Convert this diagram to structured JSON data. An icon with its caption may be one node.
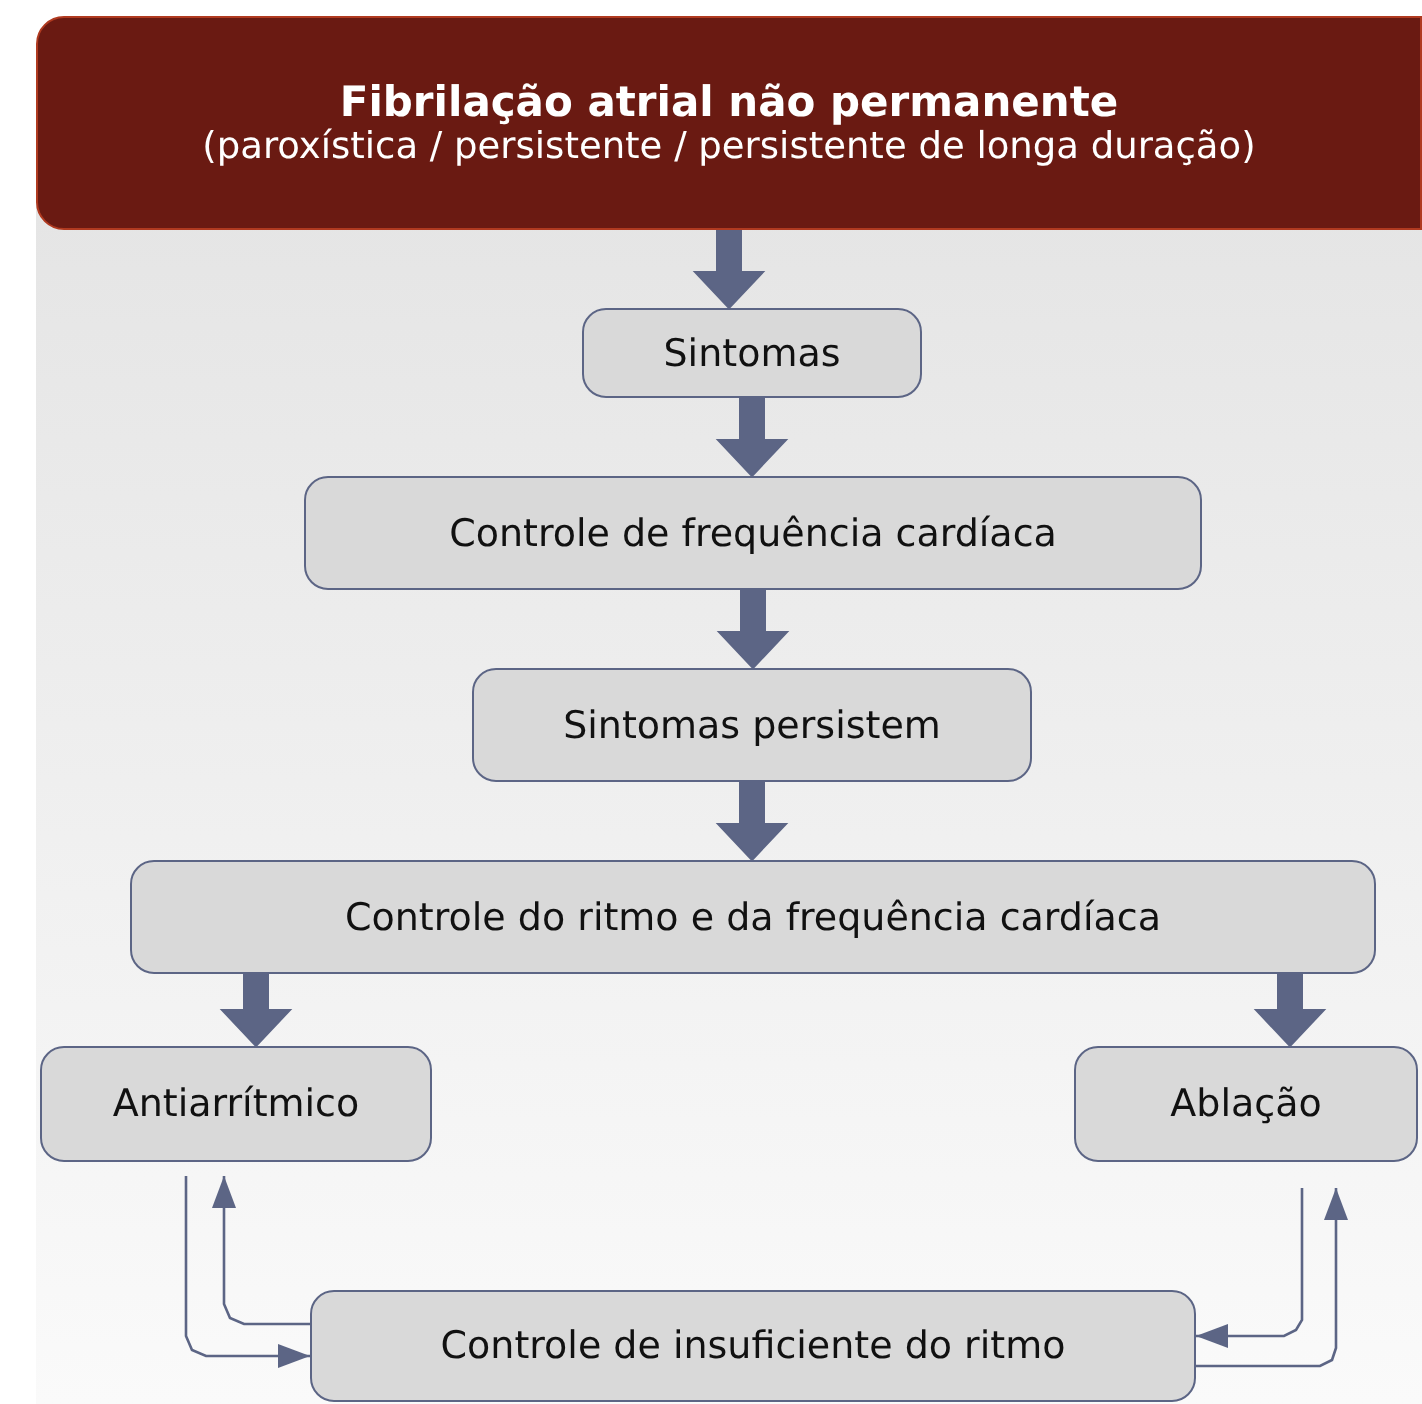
{
  "diagram": {
    "nodes": [
      {
        "text": [
          "Fibrilação atrial não permanente",
          "(paroxística / persistente / persistente de longa duração)"
        ]
      },
      {
        "text": [
          "Sintomas"
        ]
      },
      {
        "text": [
          "Controle de frequência cardíaca"
        ]
      },
      {
        "text": [
          "Sintomas persistem"
        ]
      },
      {
        "text": [
          "Controle do ritmo e da frequência cardíaca"
        ]
      },
      {
        "text": [
          "Antiarrítmico"
        ]
      },
      {
        "text": [
          "Ablação"
        ]
      },
      {
        "text": [
          "Controle de insuficiente do ritmo"
        ]
      }
    ],
    "edges": [
      {
        "from": 0,
        "to": 1,
        "arrow": "to"
      },
      {
        "from": 1,
        "to": 2,
        "arrow": "to"
      },
      {
        "from": 2,
        "to": 3,
        "arrow": "to"
      },
      {
        "from": 3,
        "to": 4,
        "arrow": "to"
      },
      {
        "from": 4,
        "to": 5,
        "arrow": "to"
      },
      {
        "from": 4,
        "to": 6,
        "arrow": "to"
      },
      {
        "from": 5,
        "to": 7,
        "arrow": "to"
      },
      {
        "from": 7,
        "to": 5,
        "arrow": "to"
      },
      {
        "from": 6,
        "to": 7,
        "arrow": "to"
      },
      {
        "from": 7,
        "to": 6,
        "arrow": "to"
      }
    ]
  }
}
